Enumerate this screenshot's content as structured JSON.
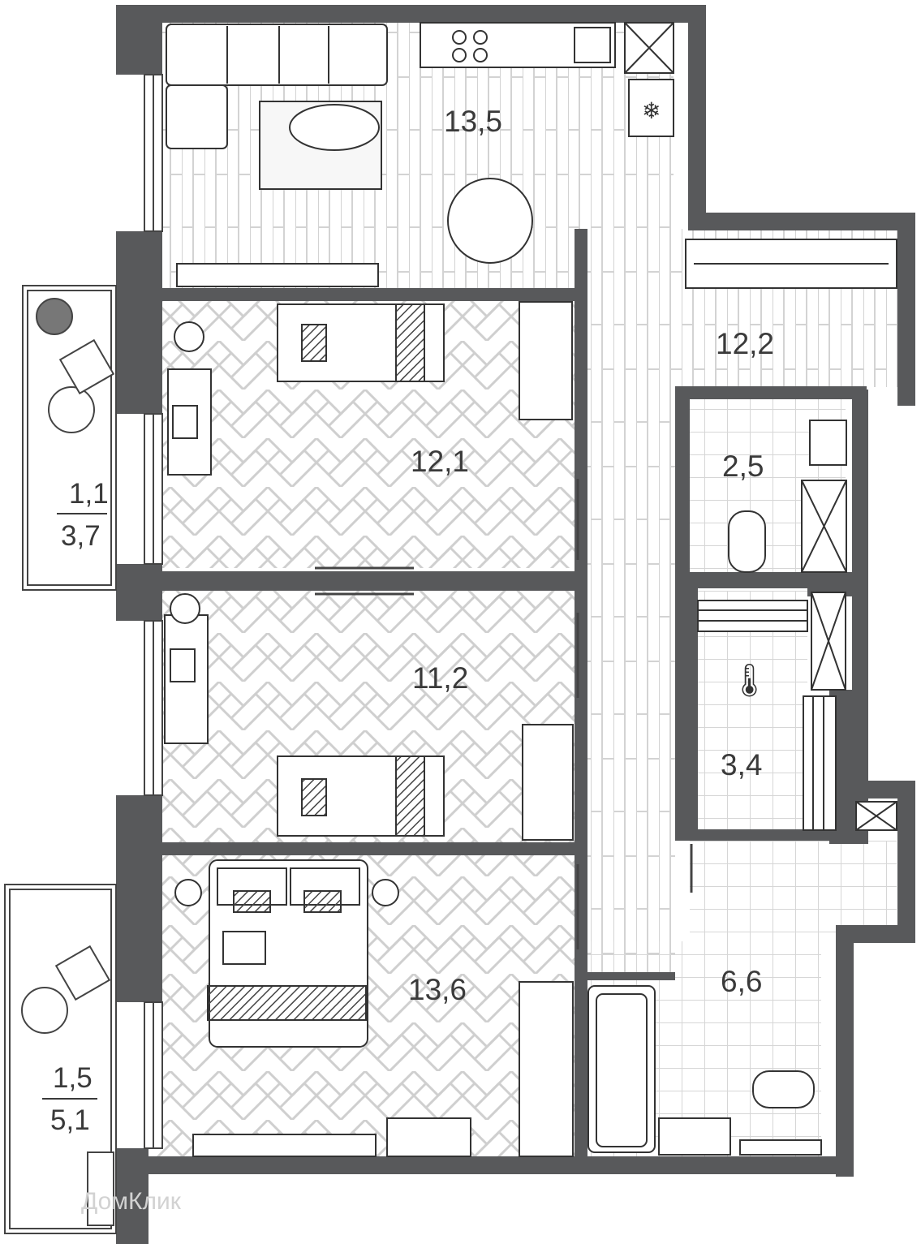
{
  "rooms": [
    {
      "id": "living-kitchen",
      "area": "13,5"
    },
    {
      "id": "hall",
      "area": "12,2"
    },
    {
      "id": "bedroom-1",
      "area": "12,1"
    },
    {
      "id": "bedroom-2",
      "area": "11,2"
    },
    {
      "id": "bedroom-master",
      "area": "13,6"
    },
    {
      "id": "wc",
      "area": "2,5"
    },
    {
      "id": "sauna",
      "area": "3,4"
    },
    {
      "id": "bathroom",
      "area": "6,6"
    }
  ],
  "balconies": [
    {
      "id": "balcony-top",
      "numerator": "1,1",
      "denominator": "3,7"
    },
    {
      "id": "balcony-bottom",
      "numerator": "1,5",
      "denominator": "5,1"
    }
  ],
  "watermark": "ДомКлик",
  "colors": {
    "wall": "#58595b",
    "line": "#333333",
    "pattern": "#d0d0d0",
    "tile": "#d6d6d6"
  }
}
